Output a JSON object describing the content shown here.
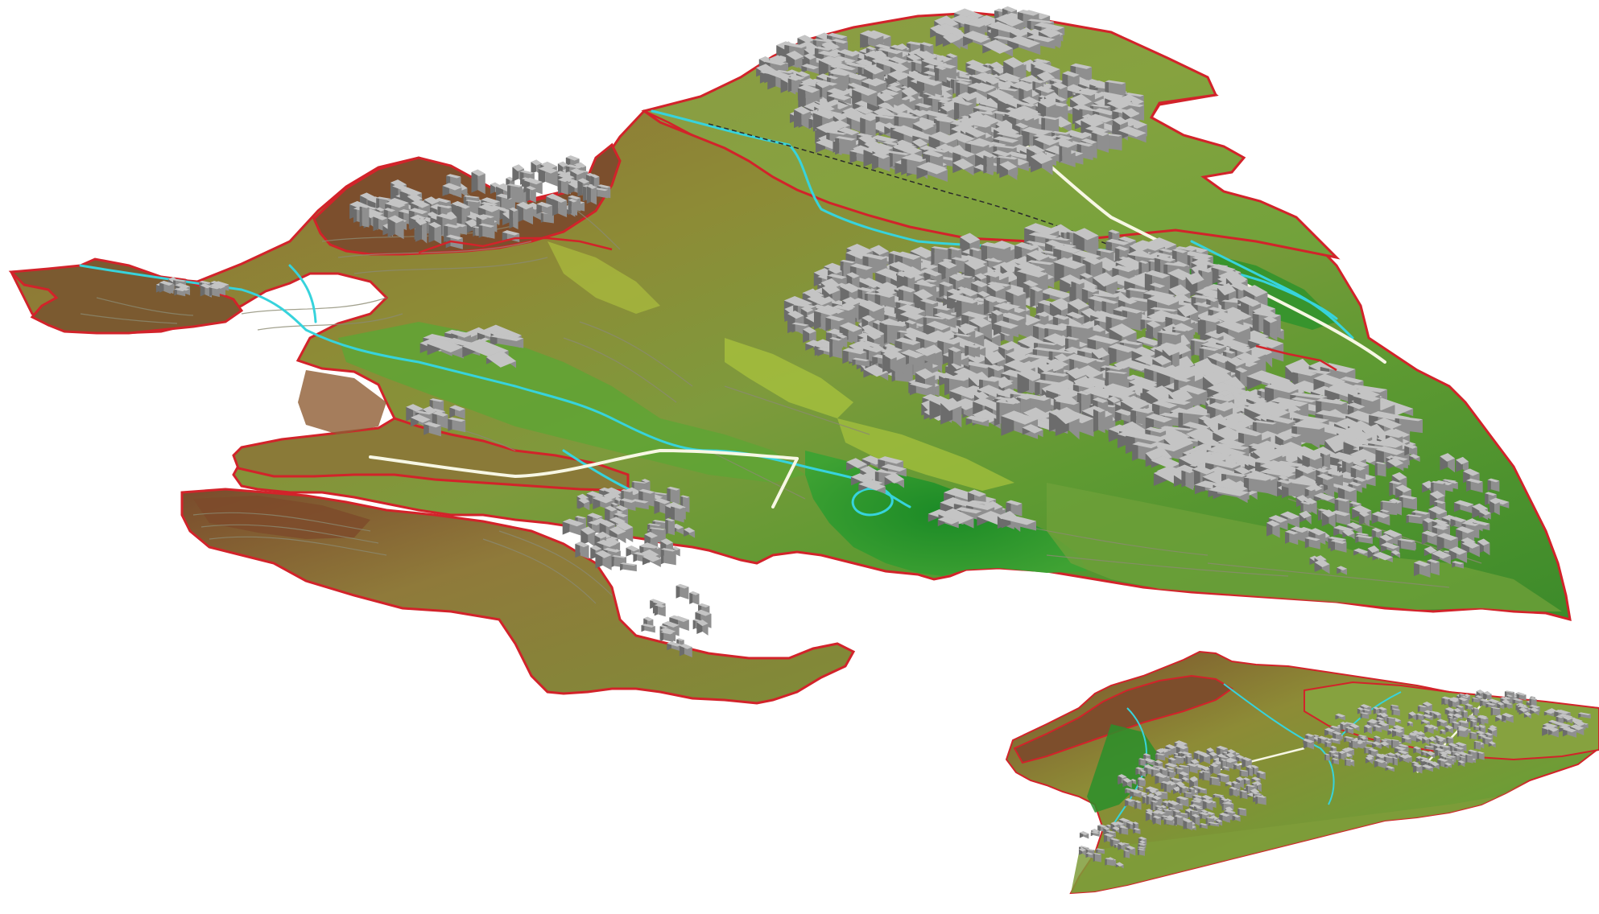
{
  "scene": {
    "views": [
      {
        "id": "main",
        "kind": "perspective-3d",
        "role": "main-terrain-view"
      },
      {
        "id": "inset",
        "kind": "perspective-3d",
        "role": "inset-terrain-view"
      }
    ],
    "colors": {
      "background": "#ffffff",
      "boundary": "#d2232a",
      "river": "#37d3dc",
      "road": "#f7f7e4",
      "contour": "#8b8a72",
      "building_top": "#c4c4c4",
      "building_side": "#8f8f8f",
      "building_shadow": "#6c6c6c",
      "terrain_high": "#7a4b2c",
      "terrain_mid_high": "#8e7536",
      "terrain_mid": "#8d8b36",
      "terrain_low": "#7e9a3c",
      "terrain_valley": "#4f9c31",
      "terrain_floodplain": "#1f8a28",
      "terrain_bright": "#9fc23a"
    },
    "layers": [
      "terrain",
      "contour-lines",
      "rivers",
      "roads",
      "buildings",
      "boundary"
    ]
  }
}
